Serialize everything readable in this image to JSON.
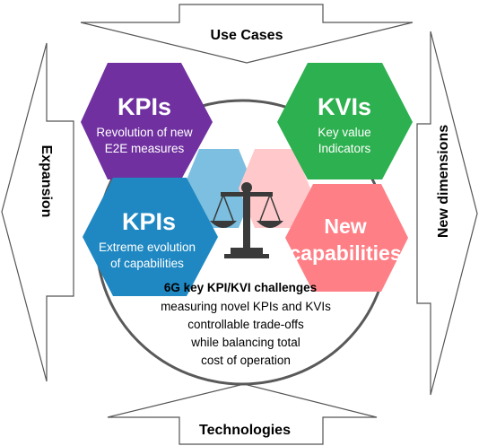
{
  "arrows": {
    "top": "Use Cases",
    "bottom": "Technologies",
    "left": "Expansion",
    "right": "New dimensions"
  },
  "hexagons": {
    "kpi_top": {
      "title": "KPIs",
      "line1": "Revolution of new",
      "line2": "E2E measures",
      "color": "#7030A0"
    },
    "kvi_top": {
      "title": "KVIs",
      "line1": "Key value",
      "line2": "Indicators",
      "color": "#2DB04F"
    },
    "kpi_bottom": {
      "title": "KPIs",
      "line1": "Extreme evolution",
      "line2": "of capabilities",
      "color": "#1F88C2"
    },
    "new_cap": {
      "line1": "New",
      "line2": "capabilities",
      "color": "#FF7F86"
    }
  },
  "center": {
    "heading": "6G key KPI/KVI challenges",
    "lines": [
      "measuring novel KPIs and KVIs",
      "controllable trade-offs",
      "while balancing total",
      "cost of operation"
    ]
  },
  "colors": {
    "arrow_stroke": "#555555",
    "ellipse_stroke": "#595959",
    "scale": "#3A3A3A",
    "blue_shadow": "#7CBFE0",
    "pink_shadow": "#FFC9CC"
  }
}
